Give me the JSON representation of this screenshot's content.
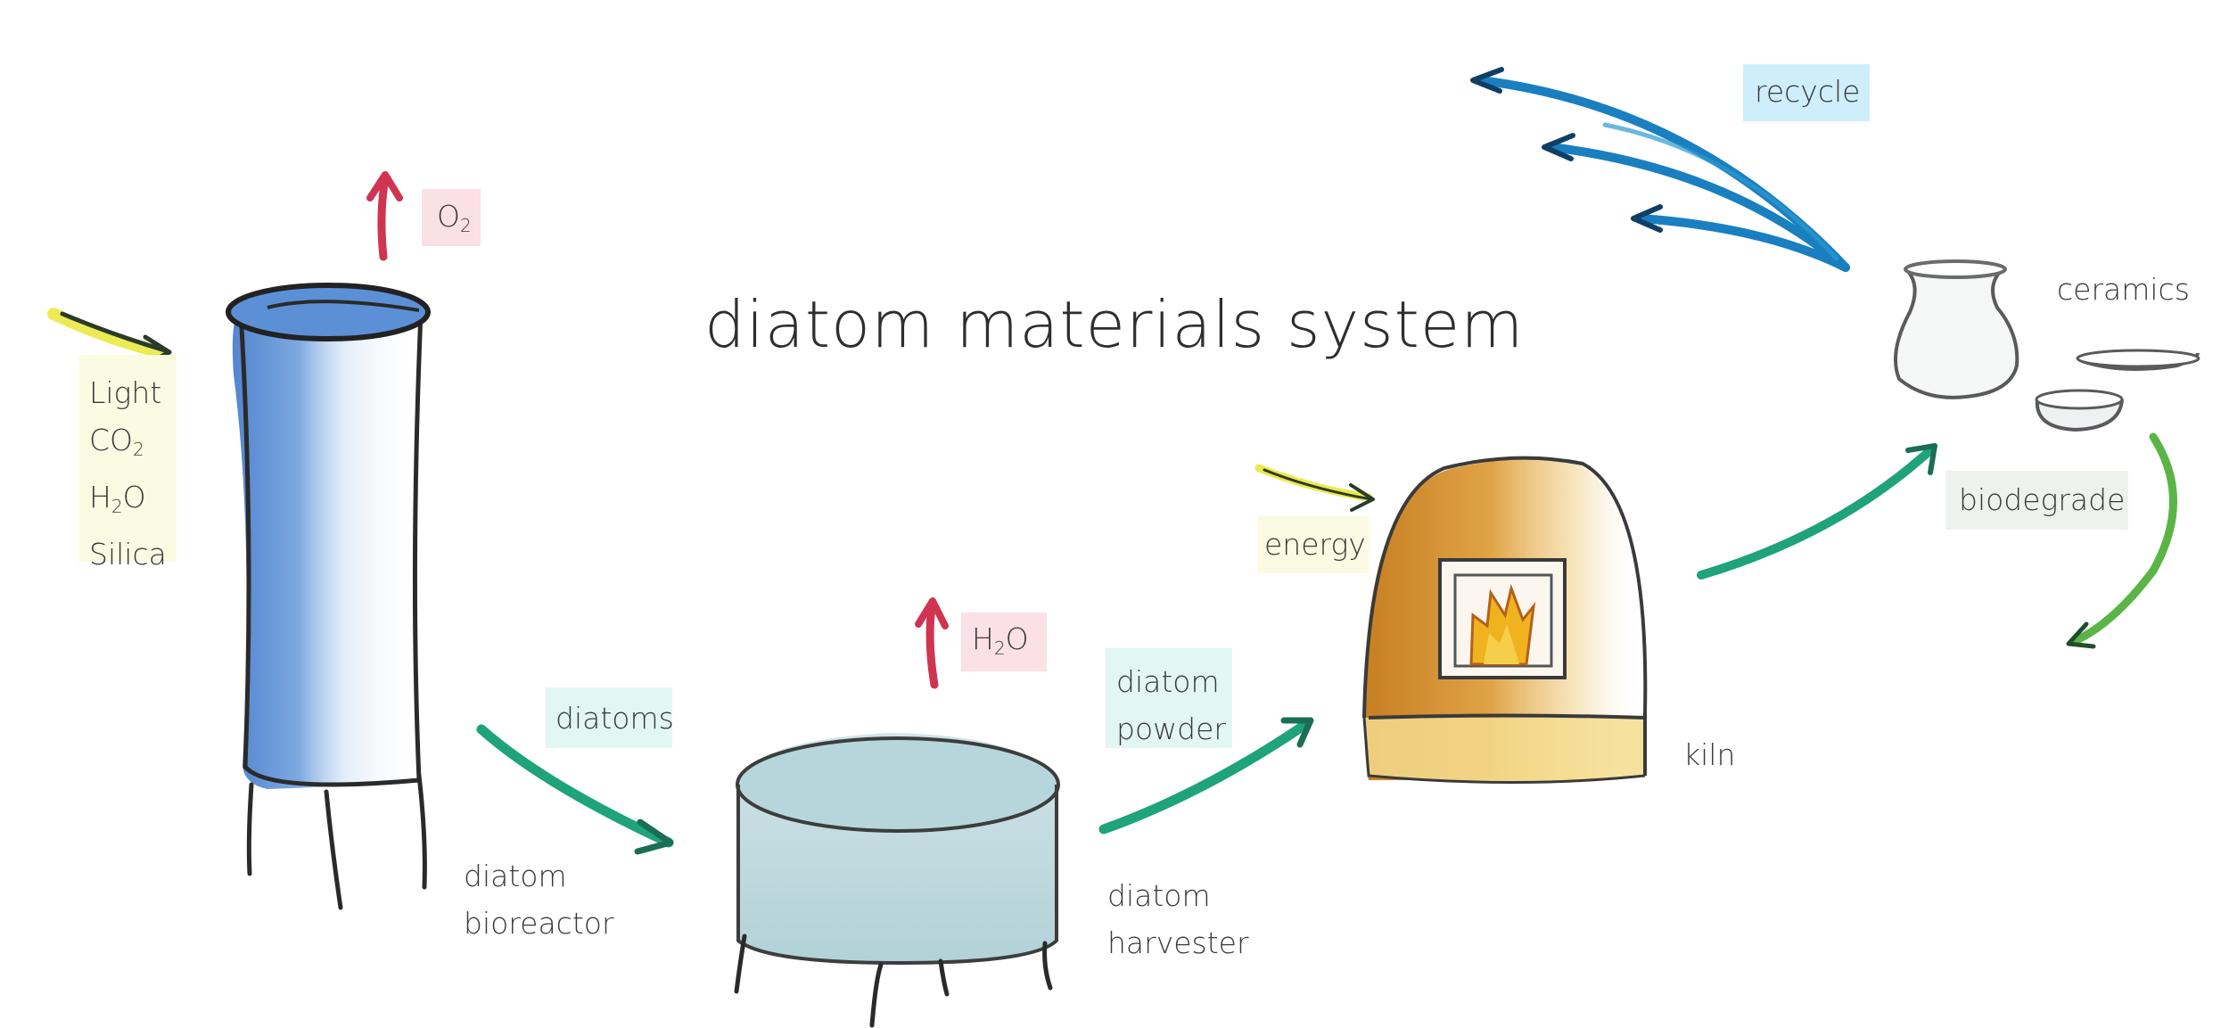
{
  "title": "diatom materials system",
  "colors": {
    "yellow_box": "#fbfbe3",
    "pink_box": "#fbe0e6",
    "cyan_box": "#e2f7f4",
    "blue_box": "#cdeefa",
    "gray_box": "#eef2ef",
    "bioreactor_blue": "#4a82cf",
    "harvester_teal": "#a9ccd3",
    "kiln_orange": "#c9862a",
    "arrow_red": "#d13a52",
    "arrow_green": "#1fa37a",
    "arrow_blue": "#1a7fc0",
    "arrow_yellow": "#e4e12a",
    "arrow_lime": "#52b440"
  },
  "nodes": {
    "bioreactor": {
      "label_1": "diatom",
      "label_2": "bioreactor"
    },
    "harvester": {
      "label_1": "diatom",
      "label_2": "harvester"
    },
    "kiln": {
      "label": "kiln"
    },
    "ceramics": {
      "label": "ceramics"
    }
  },
  "inputs": {
    "light": "Light",
    "co2_main": "CO",
    "co2_sub": "2",
    "h2o_h": "H",
    "h2o_sub": "2",
    "h2o_o": "O",
    "silica": "Silica"
  },
  "outputs": {
    "o2_main": "O",
    "o2_sub": "2",
    "h2o_h": "H",
    "h2o_sub": "2",
    "h2o_o": "O"
  },
  "flows": {
    "diatoms": "diatoms",
    "powder_1": "diatom",
    "powder_2": "powder",
    "energy": "energy",
    "recycle": "recycle",
    "biodegrade": "biodegrade"
  }
}
